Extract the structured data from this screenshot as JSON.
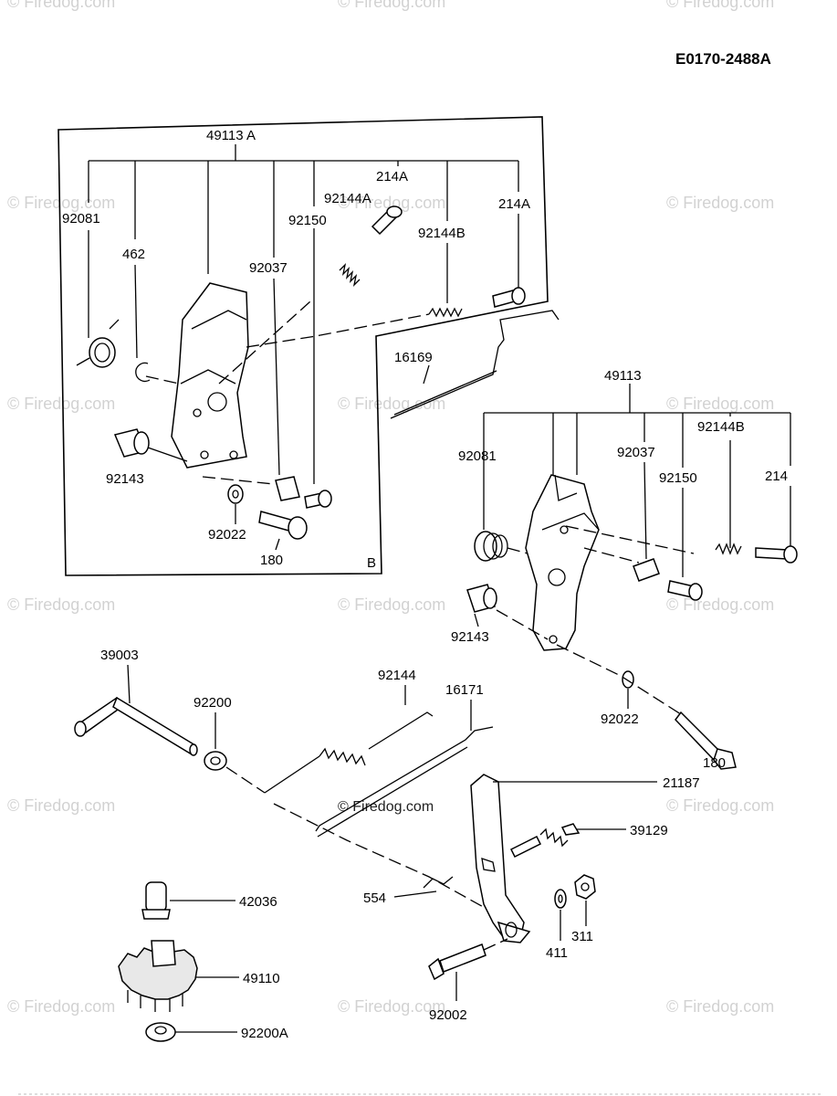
{
  "reference_code": "E0170-2488A",
  "watermark": "© Firedog.com",
  "inset_marker": "B",
  "part_labels": {
    "assy_a": "49113 A",
    "spring_a": "92081",
    "clip_a": "462",
    "lever_spring_a": "92037",
    "screw_a": "92150",
    "spring_92144a": "92144A",
    "bolt_214a_top": "214A",
    "bolt_214a_right": "214A",
    "spring_92144b_a": "92144B",
    "collar_a": "92143",
    "washer_a": "92022",
    "bolt_a": "180",
    "rod_16169": "16169",
    "assy_b": "49113",
    "spring_b": "92081",
    "lever_spring_b": "92037",
    "spring_92144b_b": "92144B",
    "screw_b": "92150",
    "bolt_214": "214",
    "collar_b": "92143",
    "washer_b": "92022",
    "bolt_b": "180",
    "shaft_39003": "39003",
    "washer_92200": "92200",
    "spring_92144": "92144",
    "rod_16171": "16171",
    "lever_21187": "21187",
    "screw_39129": "39129",
    "clip_554": "554",
    "washer_411": "411",
    "nut_311": "311",
    "bolt_92002": "92002",
    "pin_42036": "42036",
    "gear_49110": "49110",
    "washer_92200a": "92200A"
  }
}
